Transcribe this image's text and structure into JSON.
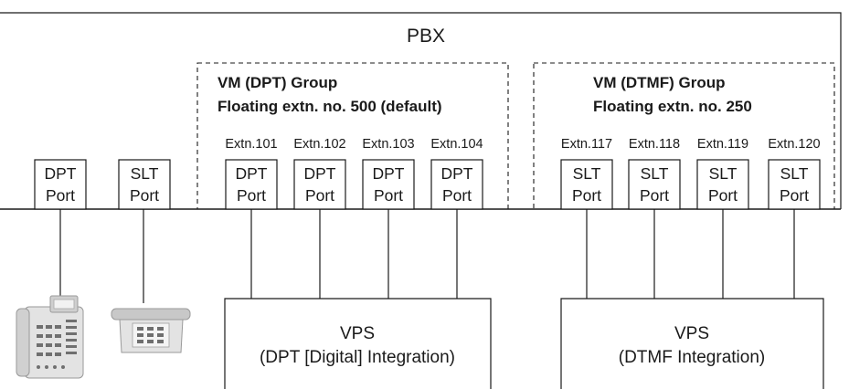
{
  "pbx": {
    "label": "PBX"
  },
  "groups": {
    "dpt": {
      "title": "VM (DPT) Group",
      "floating": "Floating extn. no. 500 (default)",
      "extensions": [
        "Extn.101",
        "Extn.102",
        "Extn.103",
        "Extn.104"
      ]
    },
    "dtmf": {
      "title": "VM (DTMF) Group",
      "floating": "Floating extn. no. 250",
      "extensions": [
        "Extn.117",
        "Extn.118",
        "Extn.119",
        "Extn.120"
      ]
    }
  },
  "ports": {
    "standalone": [
      {
        "line1": "DPT",
        "line2": "Port"
      },
      {
        "line1": "SLT",
        "line2": "Port"
      }
    ],
    "dpt_group": [
      {
        "line1": "DPT",
        "line2": "Port"
      },
      {
        "line1": "DPT",
        "line2": "Port"
      },
      {
        "line1": "DPT",
        "line2": "Port"
      },
      {
        "line1": "DPT",
        "line2": "Port"
      }
    ],
    "dtmf_group": [
      {
        "line1": "SLT",
        "line2": "Port"
      },
      {
        "line1": "SLT",
        "line2": "Port"
      },
      {
        "line1": "SLT",
        "line2": "Port"
      },
      {
        "line1": "SLT",
        "line2": "Port"
      }
    ]
  },
  "vps": {
    "dpt": {
      "line1": "VPS",
      "line2": "(DPT [Digital] Integration)"
    },
    "dtmf": {
      "line1": "VPS",
      "line2": "(DTMF Integration)"
    }
  },
  "devices": [
    "dpt-telephone-icon",
    "slt-telephone-icon"
  ],
  "colors": {
    "line": "#1a1a1a",
    "device_body": "#e6e6e6",
    "device_shade": "#bdbdbd"
  }
}
